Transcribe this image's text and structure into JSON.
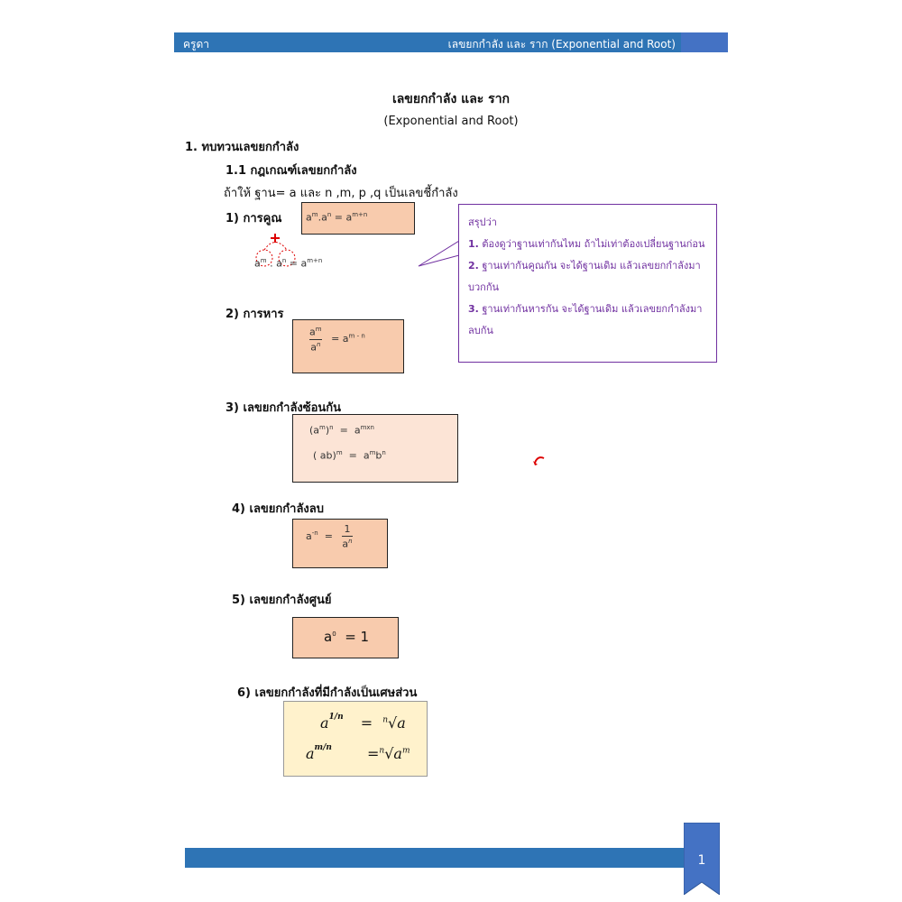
{
  "header": {
    "left": "ครูดา",
    "right": "เลขยกกำลัง และ ราก (Exponential and Root)"
  },
  "title": {
    "main": "เลขยกกำลัง และ ราก",
    "sub": "(Exponential and Root)"
  },
  "section1": "1. ทบทวนเลขยกกำลัง",
  "section1_1": "1.1 กฎเกณฑ์เลขยกกำลัง",
  "given": "ถ้าให้ ฐาน= a   และ n ,m, p ,q   เป็นเลขชี้กำลัง",
  "rules": {
    "r1": "1) การคูณ",
    "r2": "2) การหาร",
    "r3": "3) เลขยกกำลังซ้อนกัน",
    "r4": "4) เลขยกกำลังลบ",
    "r5": "5) เลขยกกำลังศูนย์",
    "r6": "6) เลขยกกำลังที่มีกำลังเป็นเศษส่วน"
  },
  "summary": {
    "title": "สรุปว่า",
    "l1_num": "1.",
    "l1": "ต้องดูว่าฐานเท่ากันไหม ถ้าไม่เท่าต้องเปลี่ยนฐานก่อน",
    "l2_num": "2.",
    "l2": "ฐานเท่ากันคูณกัน จะได้ฐานเดิม แล้วเลขยกกำลังมา",
    "l2b": "บวกกัน",
    "l3_num": "3.",
    "l3": "ฐานเท่ากันหารกัน จะได้ฐานเดิม แล้วเลขยกกำลังมา",
    "l3b": "ลบกัน"
  },
  "page_number": "1",
  "colors": {
    "blue": "#2e74b5",
    "salmon": "#f8cbad",
    "purple": "#7030a0",
    "yellow": "#fff2cc"
  }
}
